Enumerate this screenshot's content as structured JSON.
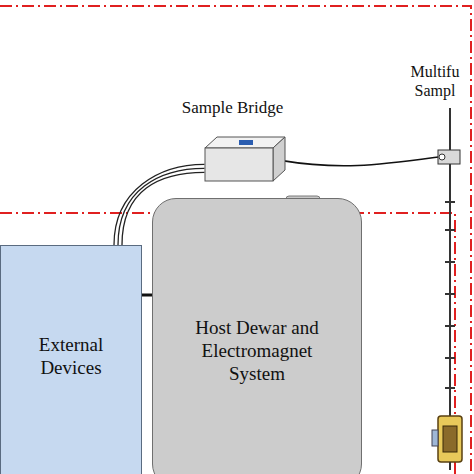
{
  "diagram": {
    "nodes": [
      {
        "text": [
          "Multifu Sampl"
        ]
      },
      {
        "text": [
          "Sample Bridge"
        ]
      },
      {
        "text": [
          "External Devices"
        ]
      },
      {
        "text": [
          "Host Dewar and Electromagnet System"
        ]
      }
    ],
    "edges": [
      {
        "from": 1,
        "to": 2,
        "arrow": "none"
      },
      {
        "from": 1,
        "to": 0,
        "arrow": "none"
      },
      {
        "from": 2,
        "to": 3,
        "arrow": "none"
      }
    ]
  }
}
